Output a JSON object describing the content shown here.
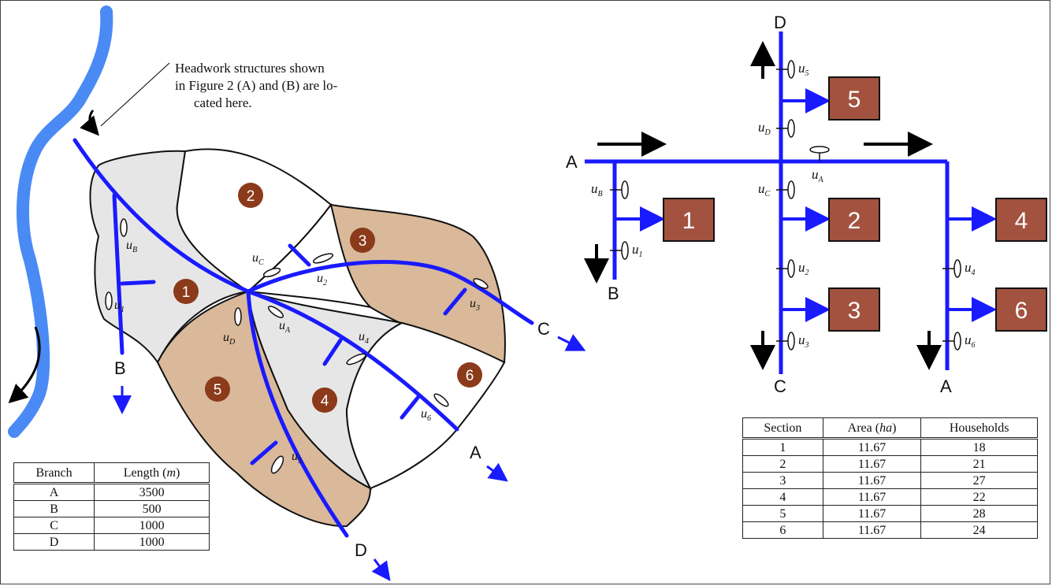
{
  "annotation": {
    "line1": "Headwork structures shown",
    "line2": "in Figure 2 (A) and (B) are lo-",
    "line3": "cated here."
  },
  "map": {
    "branch_labels": [
      "A",
      "B",
      "C",
      "D"
    ],
    "section_numbers": [
      "1",
      "2",
      "3",
      "4",
      "5",
      "6"
    ],
    "gate_labels": [
      "u",
      "u",
      "u",
      "u",
      "u",
      "u",
      "u",
      "u",
      "u",
      "u"
    ],
    "gate_subscripts": [
      "B",
      "1",
      "C",
      "2",
      "3",
      "D",
      "A",
      "4",
      "6",
      "5"
    ]
  },
  "schematic": {
    "branch_labels": [
      "A",
      "B",
      "C",
      "D",
      "A"
    ],
    "section_numbers": [
      "1",
      "2",
      "3",
      "4",
      "5",
      "6"
    ],
    "gate_labels": [
      "u",
      "u",
      "u",
      "u",
      "u",
      "u",
      "u",
      "u",
      "u",
      "u"
    ],
    "gate_subscripts": [
      "5",
      "D",
      "A",
      "B",
      "1",
      "C",
      "2",
      "3",
      "4",
      "6"
    ]
  },
  "length_table": {
    "headers": [
      "Branch",
      "Length (",
      "m",
      ")"
    ],
    "rows": [
      [
        "A",
        "3500"
      ],
      [
        "B",
        "500"
      ],
      [
        "C",
        "1000"
      ],
      [
        "D",
        "1000"
      ]
    ]
  },
  "section_table": {
    "headers": [
      "Section",
      "Area (",
      "ha",
      ")",
      "Households"
    ],
    "rows": [
      [
        "1",
        "11.67",
        "18"
      ],
      [
        "2",
        "11.67",
        "21"
      ],
      [
        "3",
        "11.67",
        "27"
      ],
      [
        "4",
        "11.67",
        "22"
      ],
      [
        "5",
        "11.67",
        "28"
      ],
      [
        "6",
        "11.67",
        "24"
      ]
    ]
  },
  "colors": {
    "river": "#4a8af4",
    "canal": "#1a1aff",
    "region_gray": "#e6e6e6",
    "region_tan": "#d9b99a",
    "section_circle": "#8b3a1a",
    "section_box": "#a2523f"
  }
}
